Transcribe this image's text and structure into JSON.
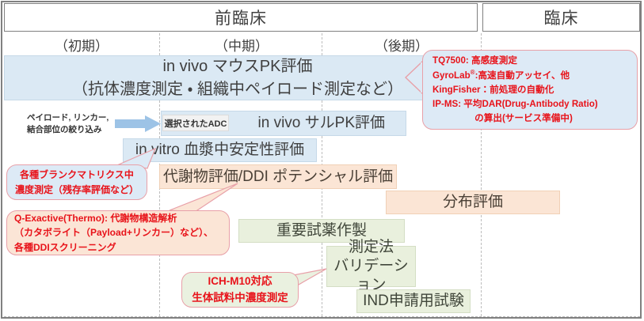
{
  "header": {
    "preclinical": "前臨床",
    "clinical": "臨床",
    "stages": [
      "（初期）",
      "（中期）",
      "（後期）"
    ]
  },
  "bars": {
    "mouse_pk_line1": "in vivo マウスPK評価",
    "mouse_pk_line2": "（抗体濃度測定 ・ 組織中ペイロード測定など）",
    "monkey_pk": "in vivo サルPK評価",
    "in_vitro": "in vitro 血漿中安定性評価",
    "metabolite": "代謝物評価/DDI ポテンシャル評価",
    "distribution": "分布評価",
    "key_reagent": "重要試薬作製",
    "validation_line1": "測定法",
    "validation_line2": "バリデーション",
    "ind_study": "IND申請用試験"
  },
  "chips": {
    "selected_adc": "選択されたADC"
  },
  "narrowing": {
    "line1": "ペイロード, リンカー,",
    "line2": "結合部位の絞り込み"
  },
  "callouts": {
    "instruments": {
      "line1": "TQ7500: 高感度測定",
      "line2_a": "GyroLab",
      "line2_sup": "®",
      "line2_b": ":高速自動アッセイ、他",
      "line3": "KingFisher：前処理の自動化",
      "line4": "IP-MS: 平均DAR(Drug-Antibody Ratio)",
      "line5": "の算出(サービス準備中)"
    },
    "blank_matrix": {
      "line1": "各種ブランクマトリクス中",
      "line2": "濃度測定（残存率評価など）"
    },
    "q_exactive": {
      "line1": "Q-Exactive(Thermo): 代謝物構造解析",
      "line2": "（カタボライト（Payload+リンカー）など）、",
      "line3": "各種DDIスクリーニング"
    },
    "ich_m10": {
      "line1": "ICH-M10対応",
      "line2": "生体試料中濃度測定"
    }
  },
  "colors": {
    "blue_bar": "#dbe9f4",
    "orange_bar": "#fbe5d5",
    "green_bar": "#e9f0dd",
    "callout_text": "#e8131a",
    "callout_border": "#e8a0a8",
    "frame": "#808080",
    "arrow": "#9dc3e6"
  }
}
